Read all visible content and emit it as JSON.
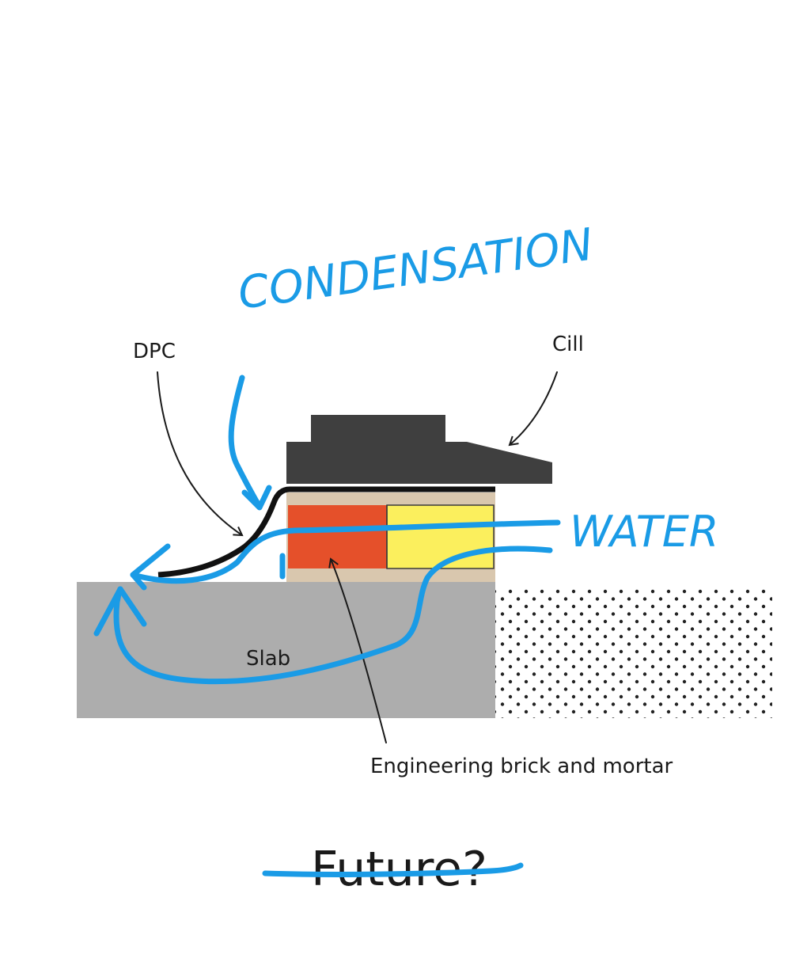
{
  "labels": {
    "dpc": "DPC",
    "cill": "Cill",
    "slab": "Slab",
    "brick": "Engineering brick and mortar",
    "future": "Future?"
  },
  "annotations": {
    "condensation": "CONDENSATION",
    "water": "WATER"
  },
  "colors": {
    "cill": "#3f3f3f",
    "dpc": "#111111",
    "mortar": "#d9c7ae",
    "brick_red": "#e5502a",
    "brick_yellow": "#fbef5d",
    "slab": "#adadad",
    "ground_dots": "#222222",
    "annotation_ink": "#1a9be6"
  }
}
